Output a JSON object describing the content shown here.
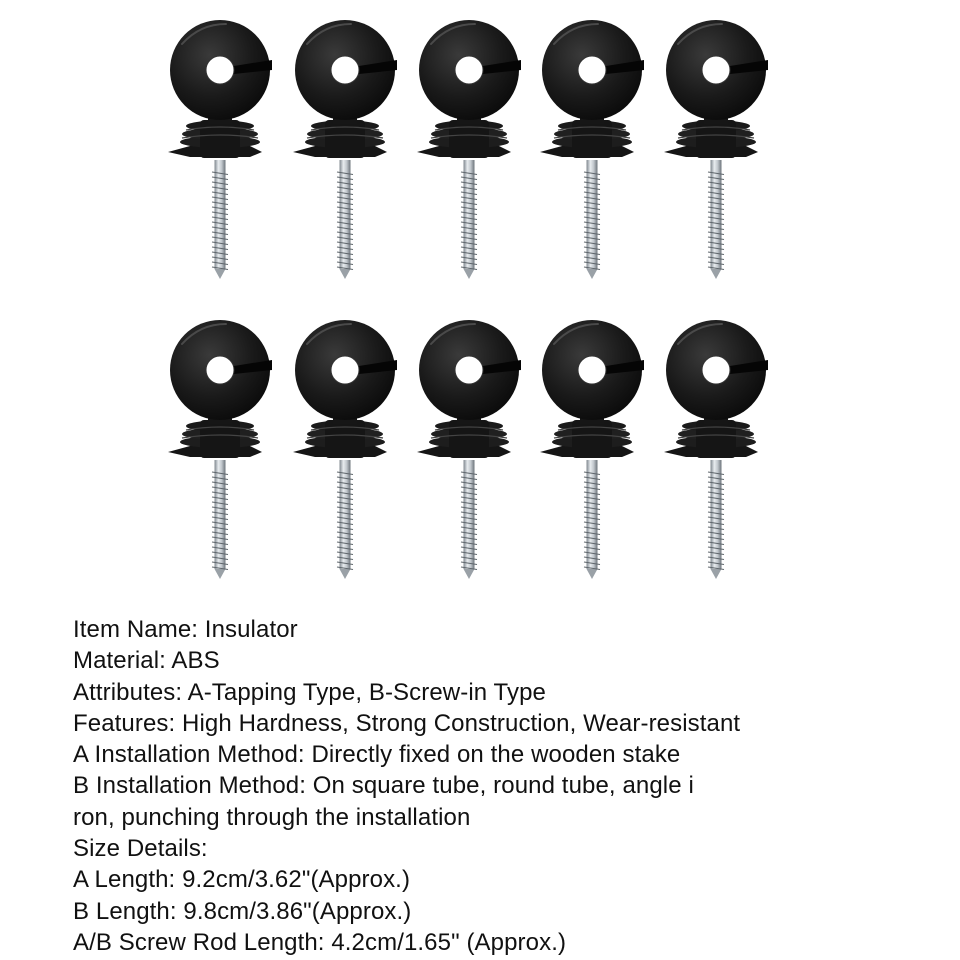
{
  "product": {
    "item_count": 10,
    "colors": {
      "insulator_body": "#151515",
      "screw_metal": "#b8bec4",
      "background": "#ffffff",
      "text": "#111111"
    }
  },
  "spec_lines": [
    "Item Name: Insulator",
    "Material: ABS",
    "Attributes: A-Tapping Type, B-Screw-in Type",
    "Features: High Hardness, Strong Construction, Wear-resistant",
    "A Installation Method: Directly fixed on the wooden stake",
    "B Installation Method: On square tube, round tube, angle i",
    "ron, punching through the installation",
    "Size Details:",
    "A Length: 9.2cm/3.62\"(Approx.)",
    "B Length: 9.8cm/3.86\"(Approx.)",
    "A/B Screw Rod Length: 4.2cm/1.65\" (Approx.)"
  ]
}
